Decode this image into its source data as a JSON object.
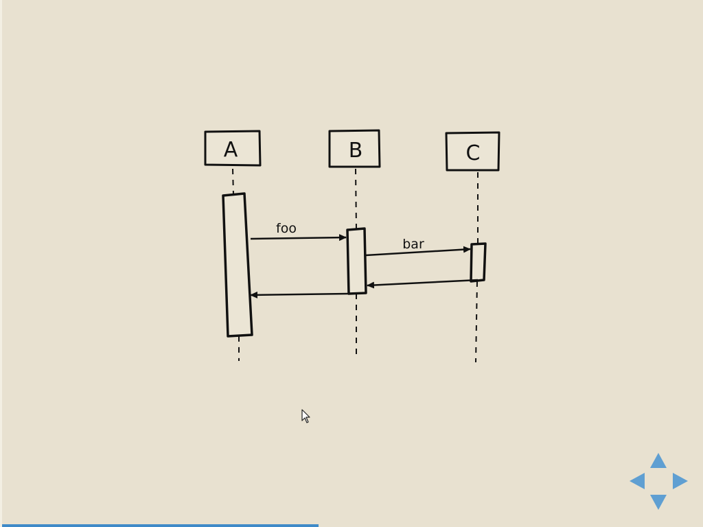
{
  "diagram": {
    "participants": [
      {
        "id": "A",
        "label": "A"
      },
      {
        "id": "B",
        "label": "B"
      },
      {
        "id": "C",
        "label": "C"
      }
    ],
    "messages": [
      {
        "from": "A",
        "to": "B",
        "label": "foo",
        "kind": "call"
      },
      {
        "from": "B",
        "to": "C",
        "label": "bar",
        "kind": "call"
      },
      {
        "from": "C",
        "to": "B",
        "label": "",
        "kind": "return"
      },
      {
        "from": "B",
        "to": "A",
        "label": "",
        "kind": "return"
      }
    ]
  },
  "navigation": {
    "controls": [
      "up",
      "left",
      "right",
      "down"
    ],
    "accent_color": "#5f9fd2"
  },
  "progress": {
    "fraction": 0.45,
    "color": "#3f8ac8"
  }
}
